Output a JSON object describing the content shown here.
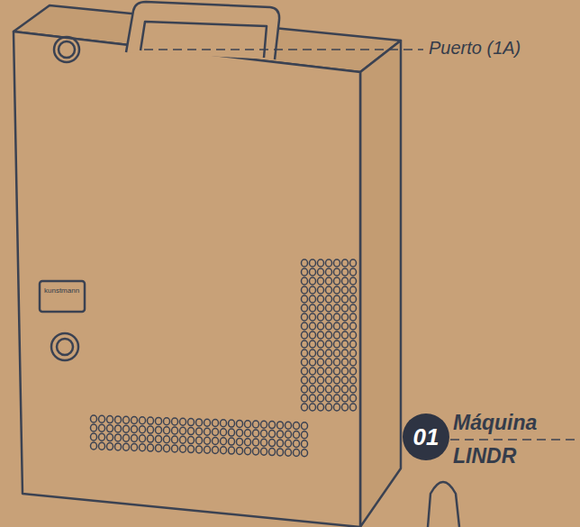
{
  "diagram": {
    "nodes": [
      {
        "text": [
          "01"
        ]
      }
    ],
    "labels": [
      "Puerto (1A)",
      "Máquina",
      "LINDR",
      "kunstmann"
    ]
  }
}
